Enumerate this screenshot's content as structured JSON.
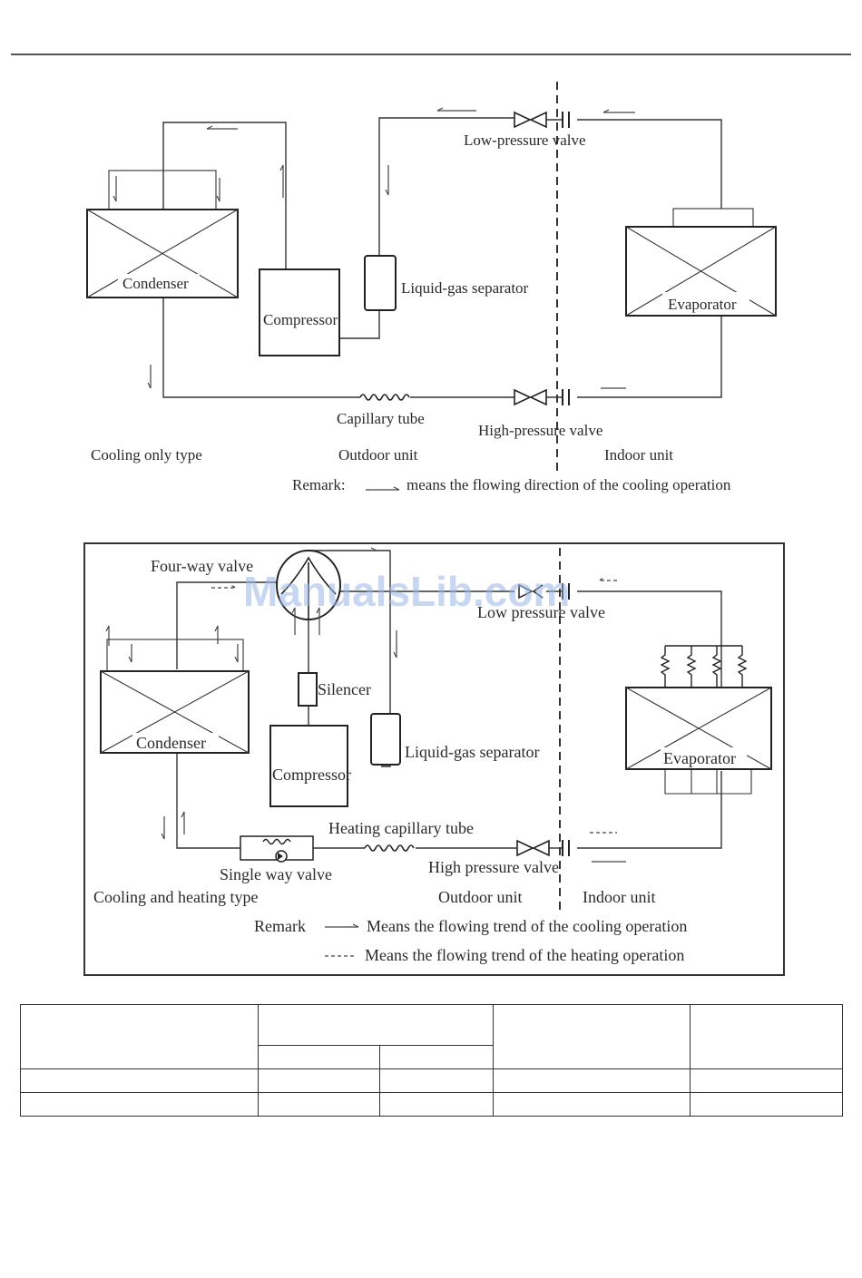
{
  "diagram1": {
    "labels": {
      "condenser": "Condenser",
      "compressor": "Compressor",
      "separator": "Liquid-gas separator",
      "evaporator": "Evaporator",
      "low_valve": "Low-pressure valve",
      "high_valve": "High-pressure valve",
      "capillary": "Capillary tube",
      "type": "Cooling only type",
      "outdoor": "Outdoor unit",
      "indoor": "Indoor unit",
      "remark": "Remark:",
      "remark_text": "means the flowing direction of the cooling operation"
    }
  },
  "diagram2": {
    "labels": {
      "four_way": "Four-way valve",
      "low_valve": "Low pressure valve",
      "silencer": "Silencer",
      "condenser": "Condenser",
      "compressor": "Compressor",
      "separator": "Liquid-gas separator",
      "evaporator": "Evaporator",
      "heating_capillary": "Heating capillary tube",
      "high_valve": "High pressure valve",
      "single_way": "Single way valve",
      "type": "Cooling and heating type",
      "outdoor": "Outdoor unit",
      "indoor": "Indoor unit",
      "remark": "Remark",
      "remark_cooling": "Means the flowing trend of the cooling operation",
      "remark_heating": "Means the flowing trend of the heating operation"
    }
  },
  "watermark": "ManualsLib.com",
  "colors": {
    "watermark": "#9ab8e8",
    "lines": "#333333"
  }
}
